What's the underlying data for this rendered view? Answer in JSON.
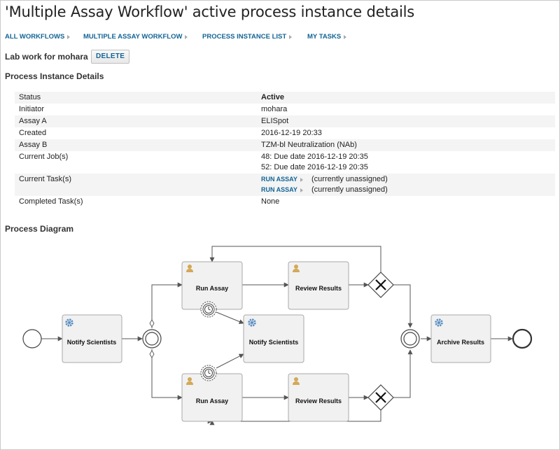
{
  "page": {
    "title": "'Multiple Assay Workflow' active process instance details"
  },
  "nav": [
    {
      "label": "ALL WORKFLOWS"
    },
    {
      "label": "MULTIPLE ASSAY WORKFLOW"
    },
    {
      "label": "PROCESS INSTANCE LIST"
    },
    {
      "label": "MY TASKS"
    }
  ],
  "instance": {
    "label": "Lab work for mohara",
    "delete_label": "DELETE"
  },
  "details": {
    "heading": "Process Instance Details",
    "rows": [
      {
        "key": "Status",
        "value": "Active"
      },
      {
        "key": "Initiator",
        "value": "mohara"
      },
      {
        "key": "Assay A",
        "value": "ELISpot"
      },
      {
        "key": "Created",
        "value": "2016-12-19 20:33"
      },
      {
        "key": "Assay B",
        "value": "TZM-bl Neutralization (NAb)"
      },
      {
        "key": "Current Job(s)",
        "values": [
          "48: Due date 2016-12-19 20:35",
          "52: Due date 2016-12-19 20:35"
        ]
      },
      {
        "key": "Current Task(s)",
        "tasks": [
          {
            "link": "RUN ASSAY",
            "assignee": "(currently unassigned)"
          },
          {
            "link": "RUN ASSAY",
            "assignee": "(currently unassigned)"
          }
        ]
      },
      {
        "key": "Completed Task(s)",
        "value": "None"
      }
    ]
  },
  "diagram": {
    "heading": "Process Diagram",
    "nodes": {
      "notify1": "Notify  Scientists",
      "run1": "Run Assay",
      "review1": "Review Results",
      "notify2": "Notify Scientists",
      "run2": "Run Assay",
      "review2": "Review Results",
      "archive": "Archive Results"
    },
    "icons": {
      "user": "user-icon",
      "gear": "gear-icon",
      "timer": "timer-icon",
      "gateway": "exclusive-gateway-icon"
    },
    "colors": {
      "accent": "#126495",
      "user_icon": "#d4a857",
      "gear_icon": "#5b8fc4"
    }
  }
}
